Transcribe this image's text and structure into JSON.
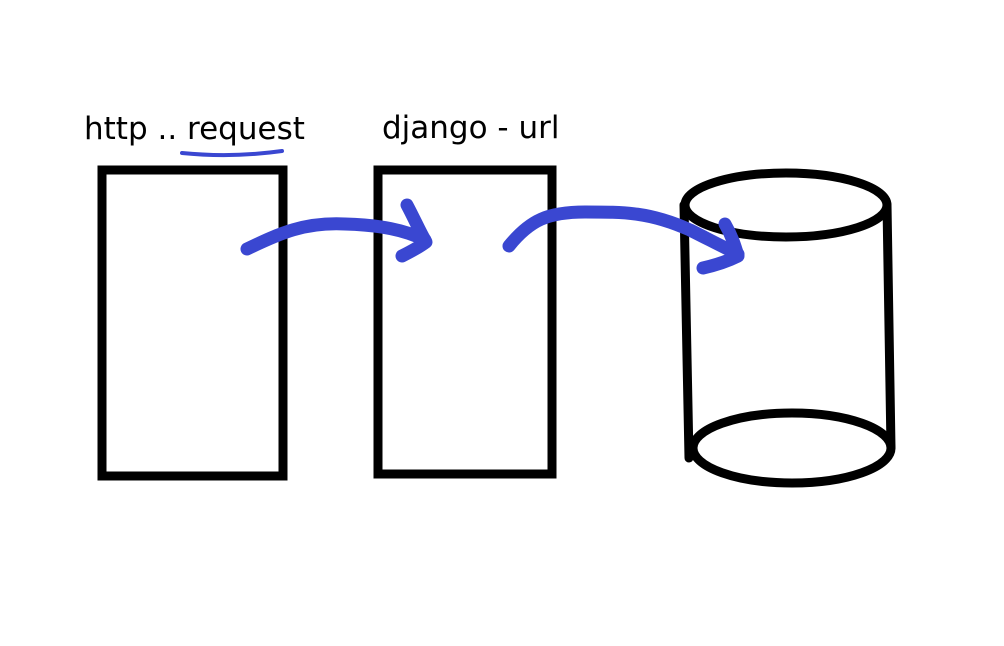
{
  "labels": {
    "first": "http .. request",
    "second": "django - url"
  },
  "colors": {
    "ink": "#000000",
    "arrow": "#3a47d1",
    "background": "#ffffff"
  },
  "nodes": [
    {
      "name": "http-request-box",
      "shape": "rectangle"
    },
    {
      "name": "django-url-box",
      "shape": "rectangle"
    },
    {
      "name": "database-cylinder",
      "shape": "cylinder"
    }
  ],
  "connections": [
    {
      "from": "http-request-box",
      "to": "django-url-box"
    },
    {
      "from": "django-url-box",
      "to": "database-cylinder"
    }
  ]
}
